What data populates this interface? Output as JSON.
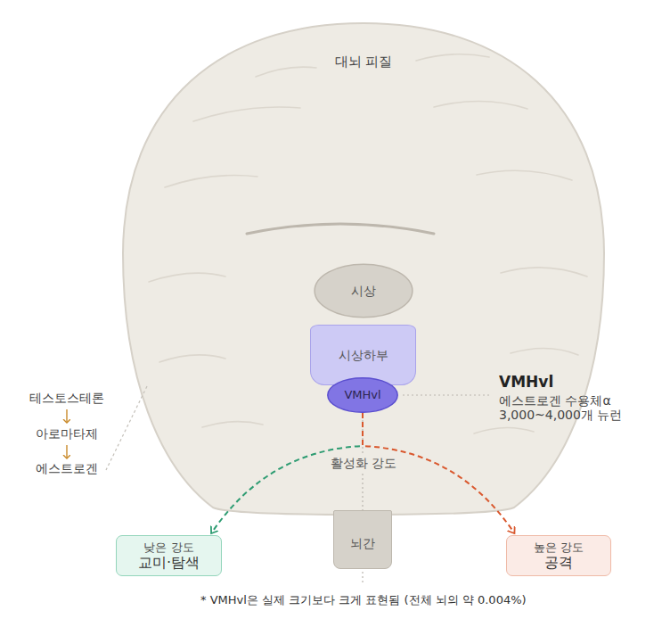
{
  "diagram": {
    "caption": "* VMHvl은 실제 크기보다 크게 표현됨 (전체 뇌의 약 0.004%)",
    "nodes": [
      {
        "text": [
          "대뇌 피질"
        ]
      },
      {
        "text": [
          "시상"
        ],
        "in": 0
      },
      {
        "text": [
          "시상하부"
        ],
        "in": 0
      },
      {
        "text": [
          "VMHvl"
        ],
        "in": 0
      },
      {
        "text": [
          "뇌간"
        ]
      },
      {
        "text": [
          "낮은 강도",
          "교미·탐색"
        ]
      },
      {
        "text": [
          "높은 강도",
          "공격"
        ]
      }
    ],
    "edges": [
      {
        "from": 3,
        "to": 5,
        "arrow": "to"
      },
      {
        "from": 3,
        "to": 6,
        "arrow": "to"
      }
    ],
    "labels": [
      "테스토스테론",
      "아로마타제",
      "에스트로겐",
      "VMHvl",
      "에스트로겐 수용체α",
      "3,000~4,000개 뉴런",
      "활성화 강도"
    ]
  }
}
